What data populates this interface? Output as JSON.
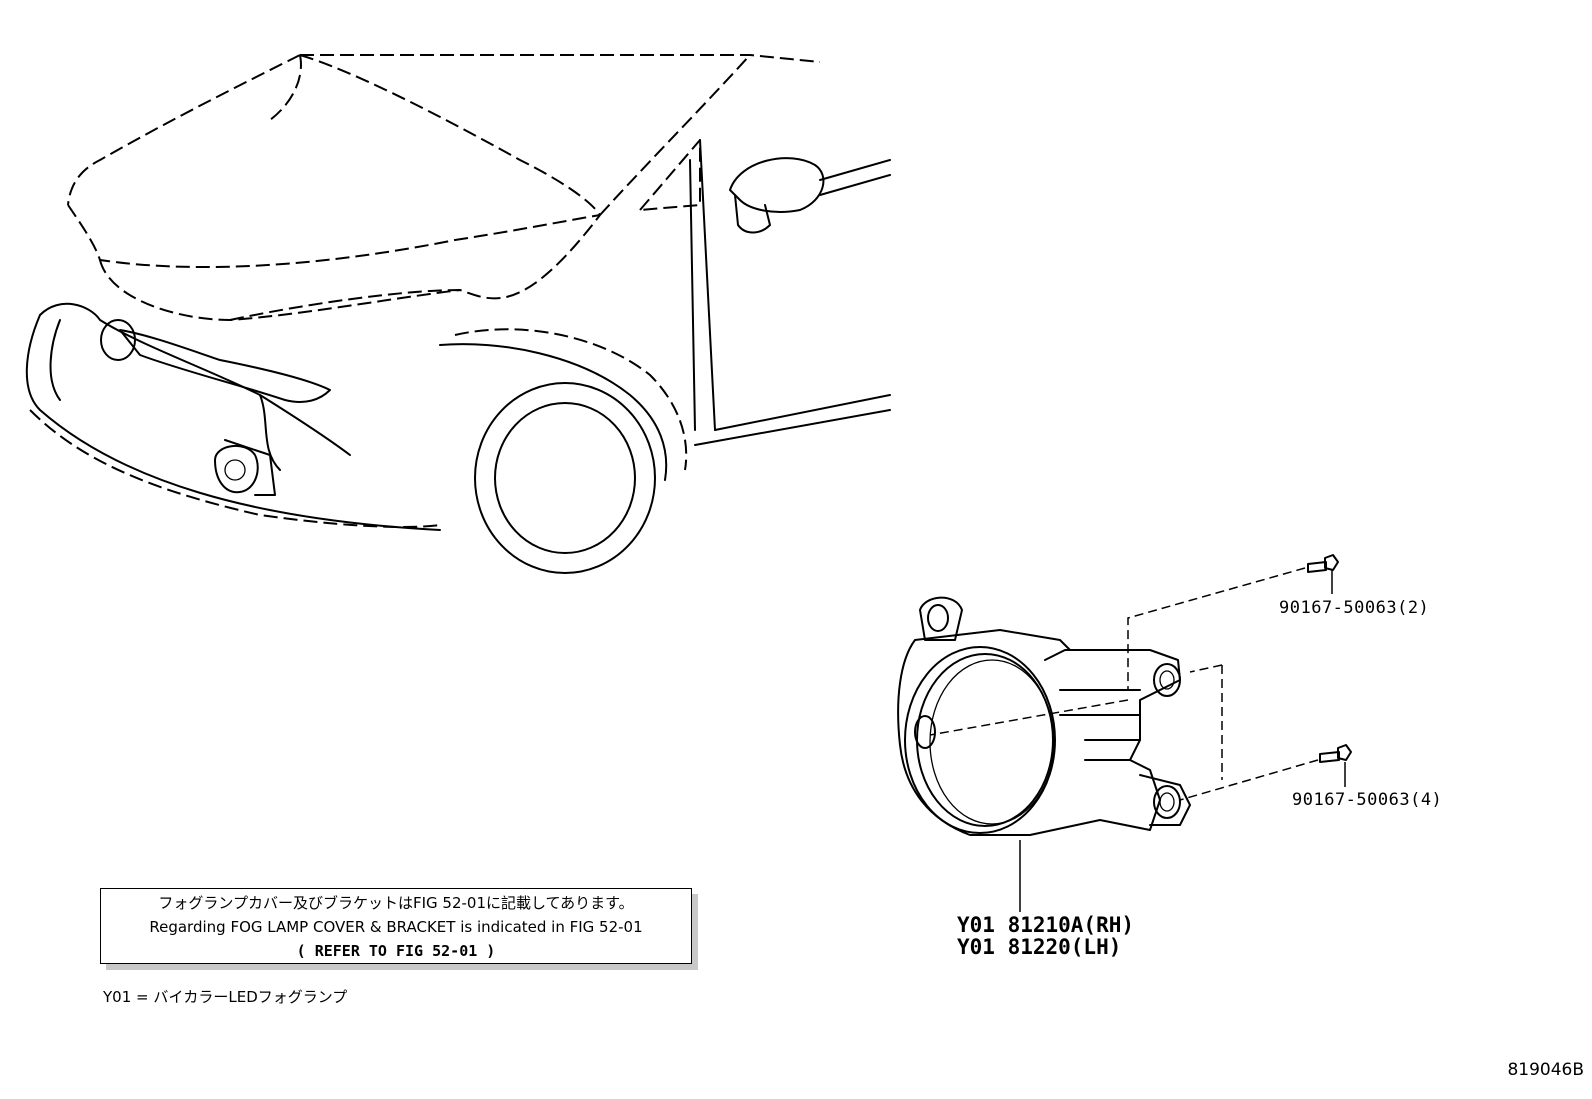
{
  "diagram": {
    "parts": {
      "bolt_upper": "90167-50063(2)",
      "bolt_lower": "90167-50063(4)",
      "fog_lamp_rh": "Y01 81210A(RH)",
      "fog_lamp_lh": "Y01 81220(LH)"
    },
    "note": {
      "line_ja": "フォグランプカバー及びブラケットはFIG 52-01に記載してあります。",
      "line_en": "Regarding FOG LAMP COVER & BRACKET is indicated in FIG 52-01",
      "line_ref": "(  REFER TO FIG 52-01  )"
    },
    "legend": "Y01 = バイカラーLEDフォグランプ",
    "figure_id": "819046B"
  }
}
